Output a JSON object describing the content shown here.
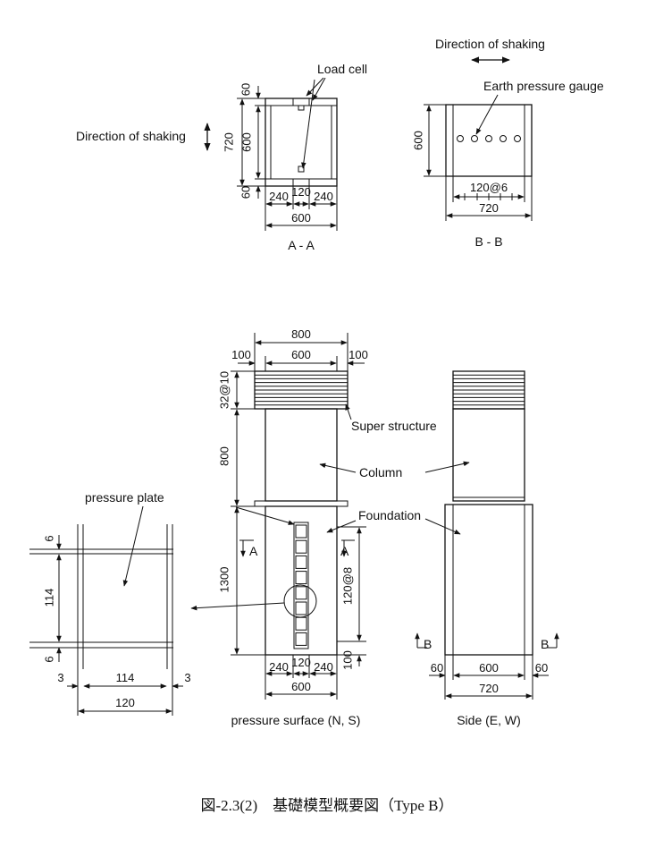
{
  "labels": {
    "load_cell": "Load cell",
    "direction_shaking_left": "Direction of shaking",
    "direction_shaking_right": "Direction of shaking",
    "earth_pressure_gauge": "Earth pressure gauge",
    "section_aa": "A - A",
    "section_bb": "B - B",
    "pressure_plate": "pressure plate",
    "super_structure": "Super structure",
    "column": "Column",
    "foundation": "Foundation",
    "pressure_surface": "pressure surface (N, S)",
    "side": "Side (E, W)",
    "marker_a1": "A",
    "marker_a2": "A",
    "marker_b1": "B",
    "marker_b2": "B"
  },
  "dims": {
    "aa_60_top": "60",
    "aa_720": "720",
    "aa_600_v": "600",
    "aa_60_bot": "60",
    "aa_240_l": "240",
    "aa_120": "120",
    "aa_240_r": "240",
    "aa_600_h": "600",
    "bb_600_v": "600",
    "bb_120at6": "120@6",
    "bb_720": "720",
    "main_800_top": "800",
    "main_100_l": "100",
    "main_600_top": "600",
    "main_100_r": "100",
    "main_32at10": "32@10",
    "main_800_col": "800",
    "main_1300": "1300",
    "main_120at8": "120@8",
    "main_100_bot": "100",
    "main_240_l": "240",
    "main_120_b": "120",
    "main_240_r": "240",
    "main_600_b": "600",
    "pp_6_top": "6",
    "pp_114_v": "114",
    "pp_6_bot": "6",
    "pp_3_l": "3",
    "pp_114_h": "114",
    "pp_3_r": "3",
    "pp_120": "120",
    "side_60_l": "60",
    "side_600": "600",
    "side_60_r": "60",
    "side_720": "720"
  },
  "caption": "図-2.3(2)　基礎模型概要図（Type B）"
}
